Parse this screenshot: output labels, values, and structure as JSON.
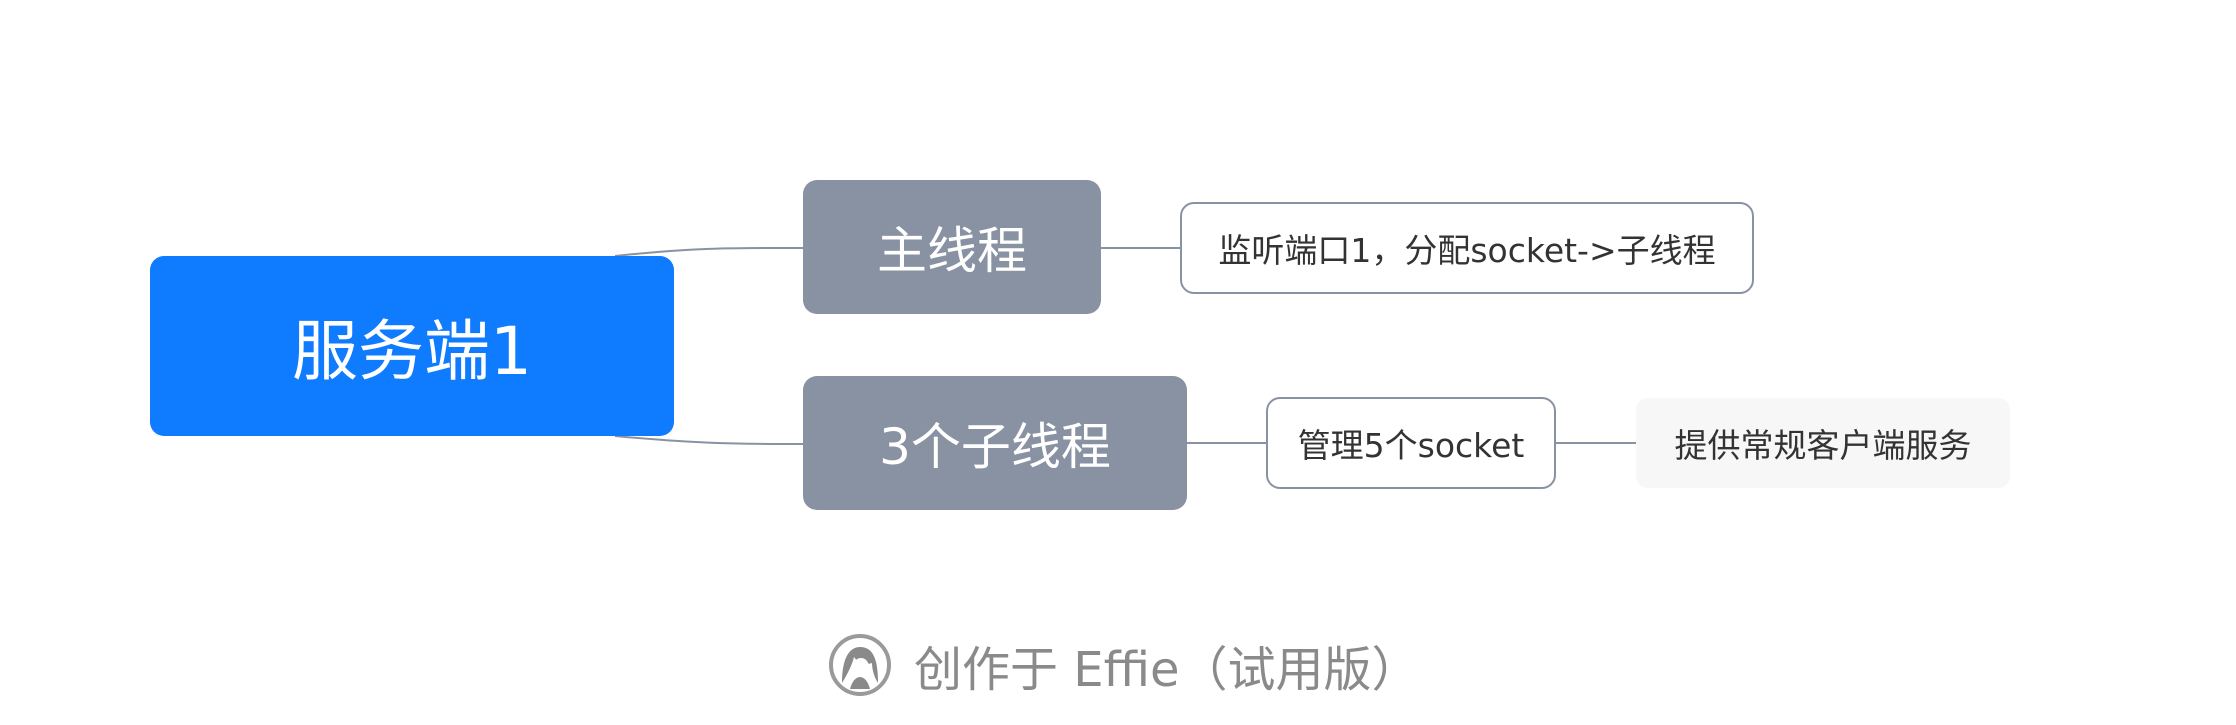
{
  "root": {
    "label": "服务端1",
    "color": "#0f7bff"
  },
  "branches": [
    {
      "label": "主线程",
      "children": [
        {
          "label": "监听端口1，分配socket->子线程"
        }
      ]
    },
    {
      "label": "3个子线程",
      "children": [
        {
          "label": "管理5个socket",
          "children": [
            {
              "label": "提供常规客户端服务"
            }
          ]
        }
      ]
    }
  ],
  "branch_color": "#8992a3",
  "watermark": {
    "text": "创作于 Effie（试用版）",
    "icon": "effie-avatar-icon"
  }
}
